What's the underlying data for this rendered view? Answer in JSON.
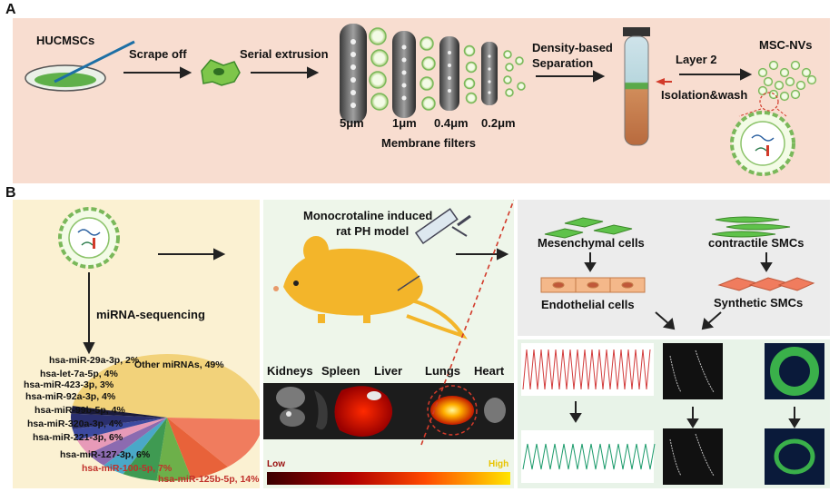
{
  "panel_a": {
    "letter": "A",
    "source_label": "HUCMSCs",
    "step1": "Scrape off",
    "step2": "Serial extrusion",
    "filters": [
      "5μm",
      "1μm",
      "0.4μm",
      "0.2μm"
    ],
    "filters_title": "Membrane filters",
    "density_label_1": "Density-based",
    "density_label_2": "Separation",
    "layer_label": "Layer 2",
    "isolation_label": "Isolation&wash",
    "product_label": "MSC-NVs"
  },
  "panel_b": {
    "letter": "B",
    "sequencing_label": "miRNA-sequencing",
    "model_title_1": "Monocrotaline induced",
    "model_title_2": "rat PH model",
    "organs": [
      "Kidneys",
      "Spleen",
      "Liver",
      "Lungs",
      "Heart"
    ],
    "scale_low": "Low",
    "scale_high": "High",
    "cells": {
      "mesenchymal": "Mesenchymal cells",
      "endothelial": "Endothelial cells",
      "contractile": "contractile SMCs",
      "synthetic": "Synthetic SMCs"
    }
  },
  "chart_data": {
    "type": "pie",
    "title": "",
    "slices": [
      {
        "label": "Other miRNAs, 49%",
        "value": 49,
        "color": "#f2d27a"
      },
      {
        "label": "hsa-miR-125b-5p, 14%",
        "value": 14,
        "color": "#f07c5e"
      },
      {
        "label": "hsa-miR-100-5p, 7%",
        "value": 7,
        "color": "#e8623a"
      },
      {
        "label": "hsa-miR-127-3p, 6%",
        "value": 6,
        "color": "#6db04a"
      },
      {
        "label": "hsa-miR-221-3p, 6%",
        "value": 6,
        "color": "#3f9a52"
      },
      {
        "label": "hsa-miR-320a-3p, 4%",
        "value": 4,
        "color": "#4aa8c8"
      },
      {
        "label": "hsa-miR-99b-5p, 4%",
        "value": 4,
        "color": "#8c6bb0"
      },
      {
        "label": "hsa-miR-92a-3p, 4%",
        "value": 4,
        "color": "#e79ab8"
      },
      {
        "label": "hsa-miR-423-3p, 3%",
        "value": 3,
        "color": "#3c4aa0"
      },
      {
        "label": "hsa-let-7a-5p, 4%",
        "value": 4,
        "color": "#2a2f6e"
      },
      {
        "label": "hsa-miR-29a-3p, 2%",
        "value": 2,
        "color": "#1a1a3a"
      }
    ]
  }
}
